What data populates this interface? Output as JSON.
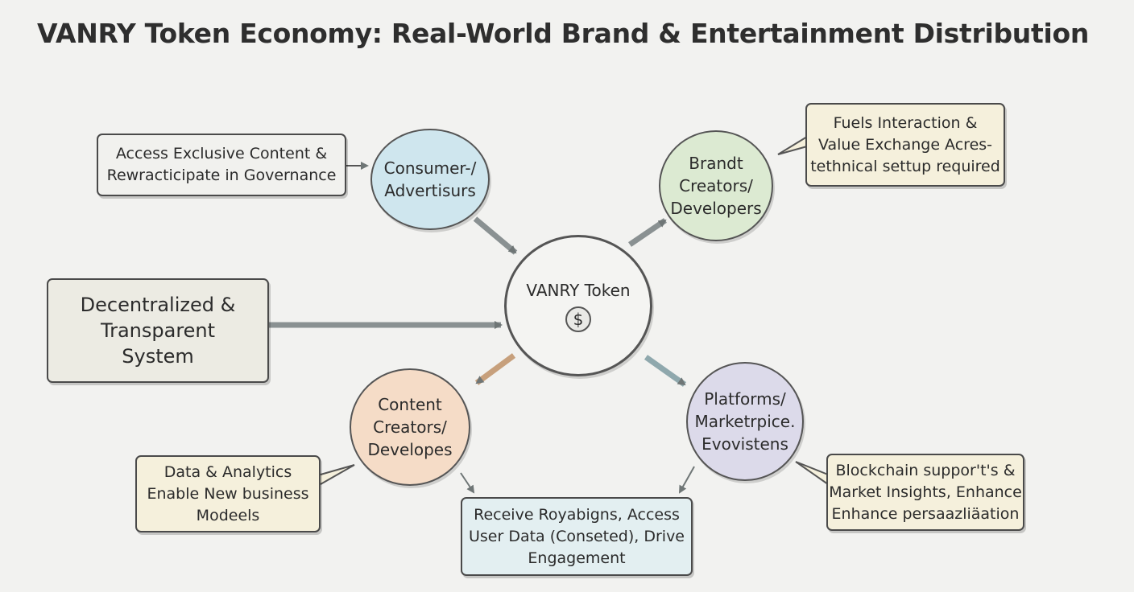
{
  "title": "VANRY Token Economy: Real-World Brand & Entertainment Distribution",
  "center": {
    "line1": "VANRY Token",
    "coin_symbol": "$",
    "coin_icon": "dollar-coin-icon"
  },
  "nodes": {
    "consumer": {
      "lines": [
        "Consumer-/",
        "Advertisurs"
      ],
      "color": "#cfe6ee"
    },
    "brand": {
      "lines": [
        "Brandt",
        "Creators/",
        "Developers"
      ],
      "color": "#dcead2"
    },
    "content": {
      "lines": [
        "Content",
        "Creators/",
        "Developes"
      ],
      "color": "#f5dcc7"
    },
    "platforms": {
      "lines": [
        "Platforms/",
        "Marketrpice.",
        "Evovistens"
      ],
      "color": "#dcdaea"
    }
  },
  "boxes": {
    "exclusive": {
      "lines": [
        "Access Exclusive Content &",
        "Rewracticipate in Governance"
      ]
    },
    "fuels": {
      "lines": [
        "Fuels Interaction &",
        "Value Exchange Acres-",
        "tethnical settup required"
      ]
    },
    "decentralized": {
      "lines": [
        "Decentralized &",
        "Transparent",
        "System"
      ]
    },
    "analytics": {
      "lines": [
        "Data & Analytics",
        "Enable New business",
        "Modeels"
      ]
    },
    "blockchain": {
      "lines": [
        "Blockchain suppor't's &",
        "Market Insights, Enhance",
        "Enhance persaazliäation"
      ]
    },
    "royalties": {
      "lines": [
        "Receive Royabigns, Access",
        "User Data (Conseted), Drive",
        "Engagement"
      ]
    }
  },
  "colors": {
    "arrow": "#8a9192",
    "arrow_brown": "#c7a07c",
    "arrow_teal": "#8fa8ad",
    "box_cream": "#f5f0dc",
    "box_grey": "#ecebe3",
    "box_blue": "#e3eff1"
  }
}
